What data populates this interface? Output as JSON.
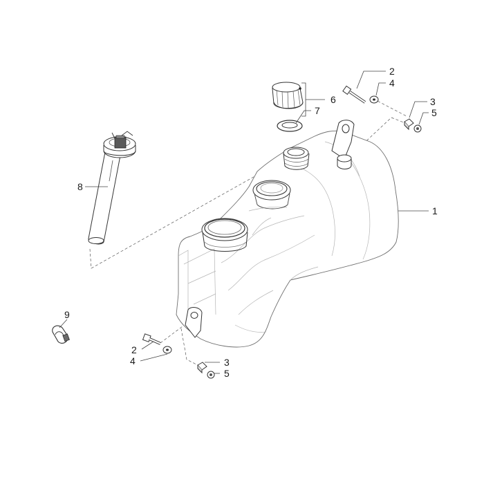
{
  "callouts": {
    "tank": "1",
    "screw_top": "2",
    "washer_top": "4",
    "spacer_top": "3",
    "nut_top": "5",
    "cap_kit": "6",
    "gasket": "7",
    "sender": "8",
    "clip": "9",
    "screw_bottom": "2",
    "washer_bottom": "4",
    "spacer_bottom": "3",
    "nut_bottom": "5"
  },
  "colors": {
    "line": "#333333",
    "tank_outline": "#6e6e6e",
    "background": "#ffffff"
  },
  "icons": {
    "tank": "fuel-tank-icon",
    "cap": "filler-cap-icon",
    "sender": "fuel-level-sender-icon",
    "clip": "hose-clip-icon"
  }
}
